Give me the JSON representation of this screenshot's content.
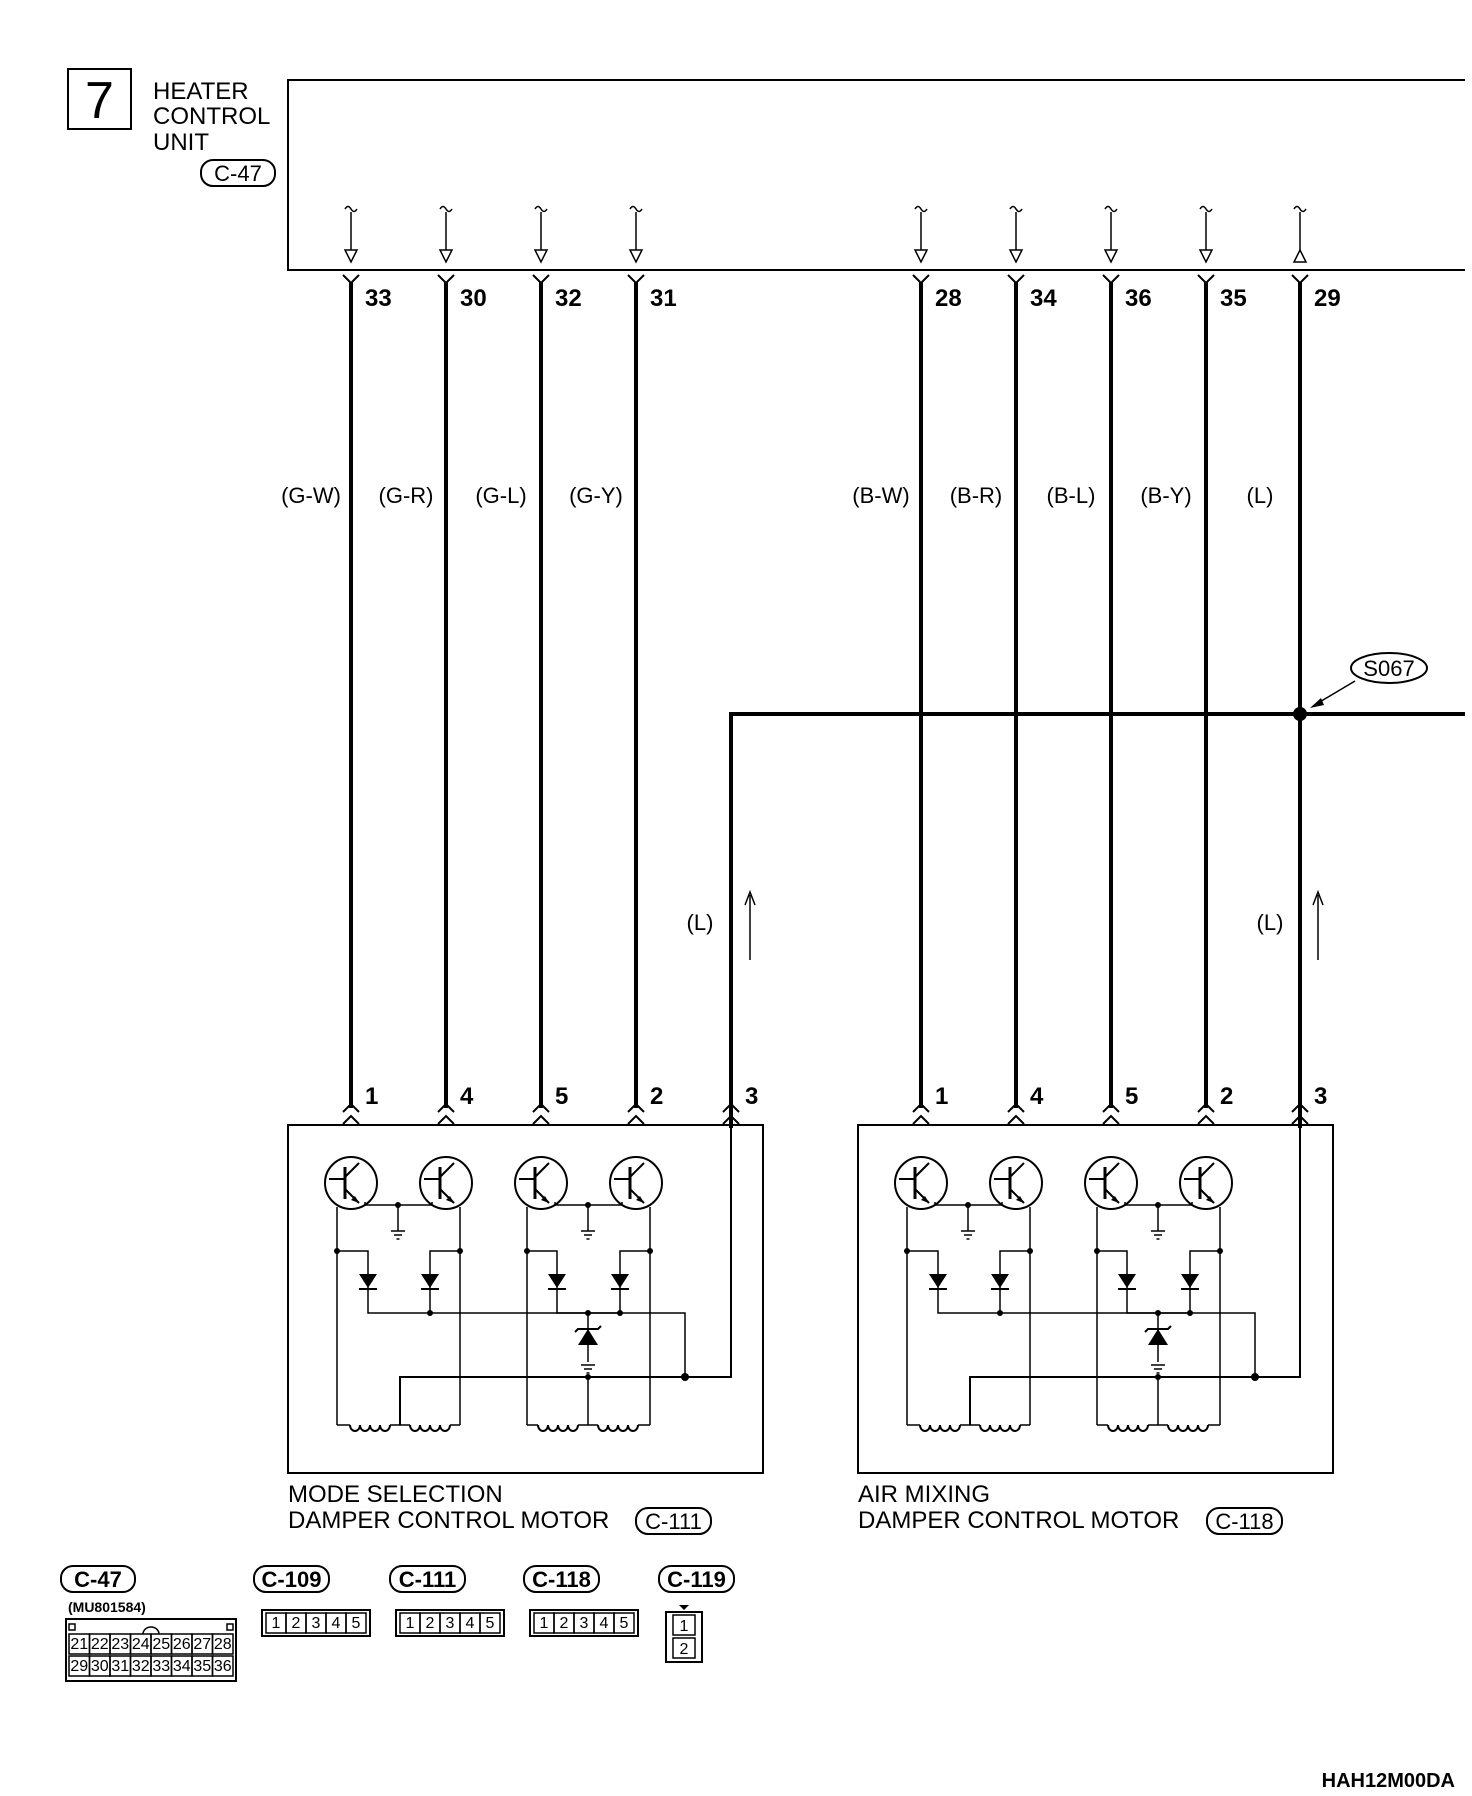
{
  "section_number": "7",
  "heater_unit": {
    "name_lines": [
      "HEATER",
      "CONTROL",
      "UNIT"
    ],
    "connector": "C-47"
  },
  "wires": [
    {
      "pin": "33",
      "color": "(G-W)",
      "motor_pin": "1"
    },
    {
      "pin": "30",
      "color": "(G-R)",
      "motor_pin": "4"
    },
    {
      "pin": "32",
      "color": "(G-L)",
      "motor_pin": "5"
    },
    {
      "pin": "31",
      "color": "(G-Y)",
      "motor_pin": "2"
    },
    {
      "pin": "28",
      "color": "(B-W)",
      "motor_pin": "1"
    },
    {
      "pin": "34",
      "color": "(B-R)",
      "motor_pin": "4"
    },
    {
      "pin": "36",
      "color": "(B-L)",
      "motor_pin": "5"
    },
    {
      "pin": "35",
      "color": "(B-Y)",
      "motor_pin": "2"
    },
    {
      "pin": "29",
      "color": "(L)",
      "motor_pin": "3"
    }
  ],
  "splice": "S067",
  "feed_wire_color": "(L)",
  "motor_a": {
    "name_line1": "MODE SELECTION",
    "name_line2": "DAMPER CONTROL MOTOR",
    "connector": "C-111",
    "pin3": "3",
    "pin3_color": "(L)"
  },
  "motor_b": {
    "name_line1": "AIR MIXING",
    "name_line2": "DAMPER CONTROL MOTOR",
    "connector": "C-118",
    "pin3_color": "(L)"
  },
  "connector_views": {
    "c47": {
      "label": "C-47",
      "part": "(MU801584)",
      "top_row": [
        "21",
        "22",
        "23",
        "24",
        "25",
        "26",
        "27",
        "28"
      ],
      "bottom_row": [
        "29",
        "30",
        "31",
        "32",
        "33",
        "34",
        "35",
        "36"
      ]
    },
    "c109": {
      "label": "C-109",
      "pins": [
        "1",
        "2",
        "3",
        "4",
        "5"
      ]
    },
    "c111": {
      "label": "C-111",
      "pins": [
        "1",
        "2",
        "3",
        "4",
        "5"
      ]
    },
    "c118": {
      "label": "C-118",
      "pins": [
        "1",
        "2",
        "3",
        "4",
        "5"
      ]
    },
    "c119": {
      "label": "C-119",
      "pins": [
        "1",
        "2"
      ]
    }
  },
  "code": "HAH12M00DA"
}
